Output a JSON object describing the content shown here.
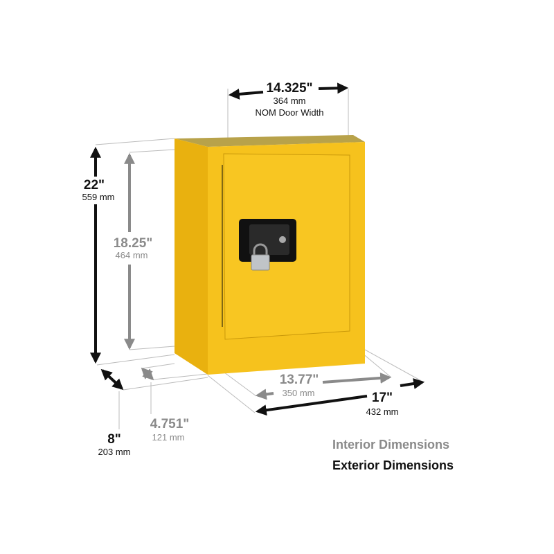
{
  "title": "Cabinet Dimensions",
  "colors": {
    "cabinet": "#f5c518",
    "exterior": "#111111",
    "interior": "#8a8a8a"
  },
  "dimensions": {
    "door_width": {
      "inches": "14.325\"",
      "mm": "364 mm",
      "label": "NOM Door Width"
    },
    "exterior_height": {
      "inches": "22\"",
      "mm": "559 mm"
    },
    "interior_height": {
      "inches": "18.25\"",
      "mm": "464 mm"
    },
    "exterior_depth": {
      "inches": "8\"",
      "mm": "203 mm"
    },
    "interior_depth": {
      "inches": "4.751\"",
      "mm": "121 mm"
    },
    "interior_width": {
      "inches": "13.77\"",
      "mm": "350 mm"
    },
    "exterior_width": {
      "inches": "17\"",
      "mm": "432 mm"
    }
  },
  "legend": {
    "interior": "Interior Dimensions",
    "exterior": "Exterior Dimensions"
  }
}
